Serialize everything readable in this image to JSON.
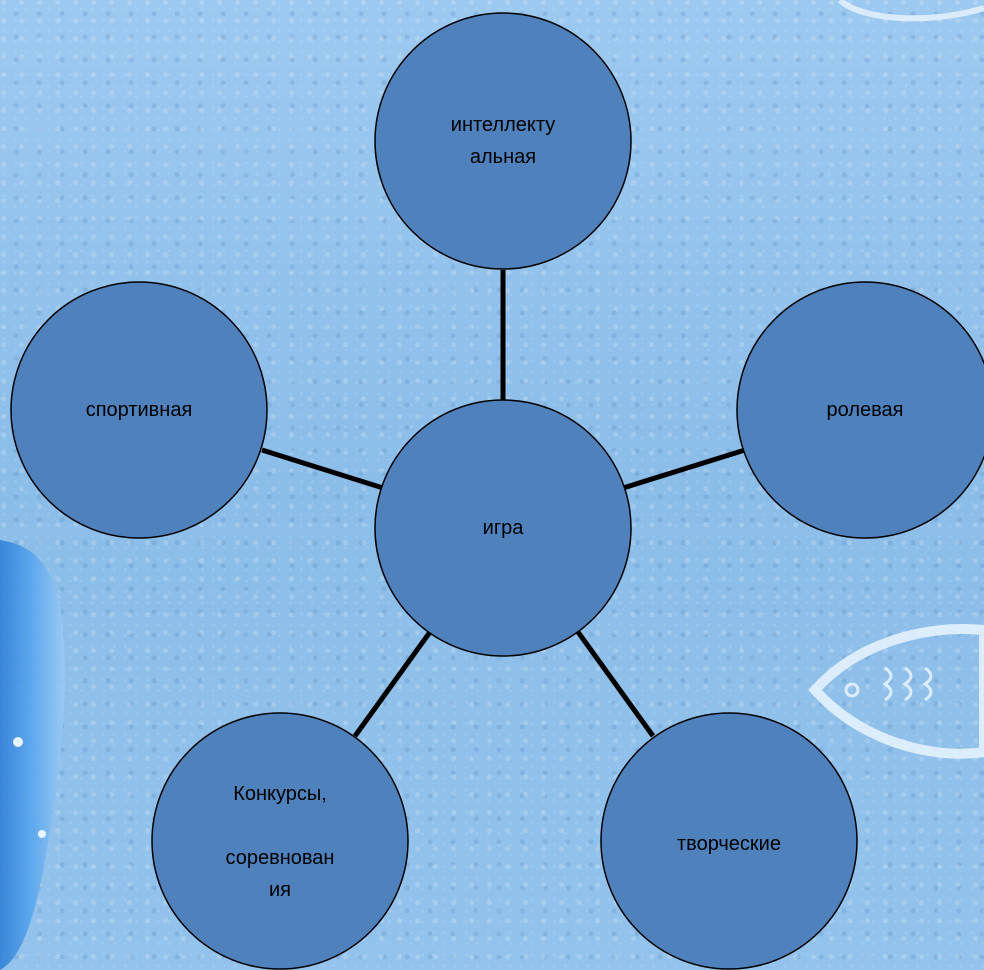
{
  "diagram": {
    "center": {
      "label": "игра"
    },
    "nodes": [
      {
        "id": "top",
        "label": "интеллекту\nальная"
      },
      {
        "id": "left",
        "label": "спортивная"
      },
      {
        "id": "right",
        "label": "ролевая"
      },
      {
        "id": "bottom-left",
        "label": "Конкурсы,\n\nсоревнован\nия"
      },
      {
        "id": "bottom-right",
        "label": "творческие"
      }
    ]
  },
  "colors": {
    "node_fill": "#4f81bd",
    "node_stroke": "#000000",
    "connector": "#000000",
    "background": "#8fc0ec"
  }
}
